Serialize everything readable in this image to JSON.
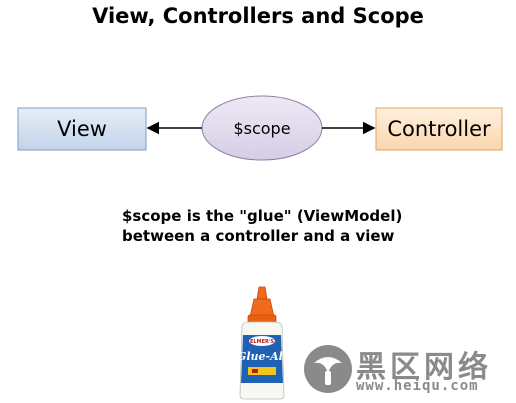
{
  "title": "View, Controllers and Scope",
  "nodes": {
    "view": "View",
    "scope": "$scope",
    "controller": "Controller"
  },
  "caption": {
    "line1": "$scope is the \"glue\" (ViewModel)",
    "line2": "between a controller and a view"
  },
  "glue_bottle": {
    "brand": "ELMER'S",
    "product": "Glue-All"
  },
  "watermark": {
    "text": "黑区网络",
    "url": "www.heiqu.com"
  },
  "colors": {
    "view_fill": "#d3e0f0",
    "scope_fill": "#e3dcee",
    "controller_fill": "#fde5c8",
    "cap_orange": "#f26b1d",
    "bottle_label_blue": "#1f62b3"
  }
}
